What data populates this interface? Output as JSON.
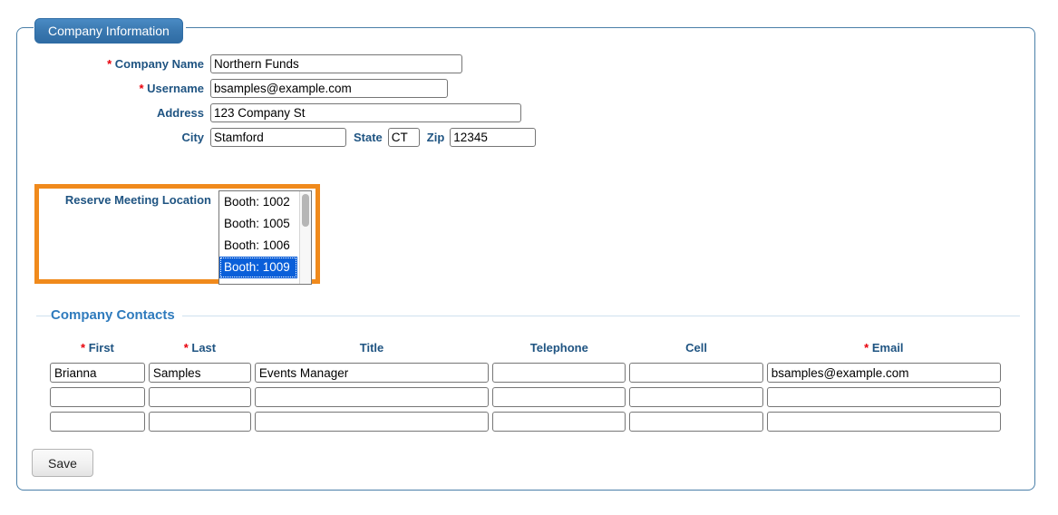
{
  "panel": {
    "tab_label": "Company Information"
  },
  "company_form": {
    "fields": [
      {
        "label": "Company Name",
        "required": true,
        "value": "Northern Funds"
      },
      {
        "label": "Username",
        "required": true,
        "value": "bsamples@example.com"
      },
      {
        "label": "Address",
        "required": false,
        "value": "123 Company St"
      }
    ],
    "city": {
      "label": "City",
      "value": "Stamford"
    },
    "state": {
      "label": "State",
      "value": "CT"
    },
    "zip": {
      "label": "Zip",
      "value": "12345"
    }
  },
  "reserve_meeting_location": {
    "label": "Reserve Meeting Location",
    "options": [
      "Booth: 1002",
      "Booth: 1005",
      "Booth: 1006",
      "Booth: 1009"
    ],
    "selected": "Booth: 1009",
    "highlight_color": "#f08a1c",
    "selection_color": "#0a5fd9"
  },
  "company_contacts": {
    "legend": "Company Contacts",
    "headers": [
      {
        "label": "First",
        "required": true
      },
      {
        "label": "Last",
        "required": true
      },
      {
        "label": "Title",
        "required": false
      },
      {
        "label": "Telephone",
        "required": false
      },
      {
        "label": "Cell",
        "required": false
      },
      {
        "label": "Email",
        "required": true
      }
    ],
    "rows": [
      {
        "first": "Brianna",
        "last": "Samples",
        "title": "Events Manager",
        "telephone": "",
        "cell": "",
        "email": "bsamples@example.com"
      },
      {
        "first": "",
        "last": "",
        "title": "",
        "telephone": "",
        "cell": "",
        "email": ""
      },
      {
        "first": "",
        "last": "",
        "title": "",
        "telephone": "",
        "cell": "",
        "email": ""
      }
    ]
  },
  "actions": {
    "save_label": "Save"
  }
}
